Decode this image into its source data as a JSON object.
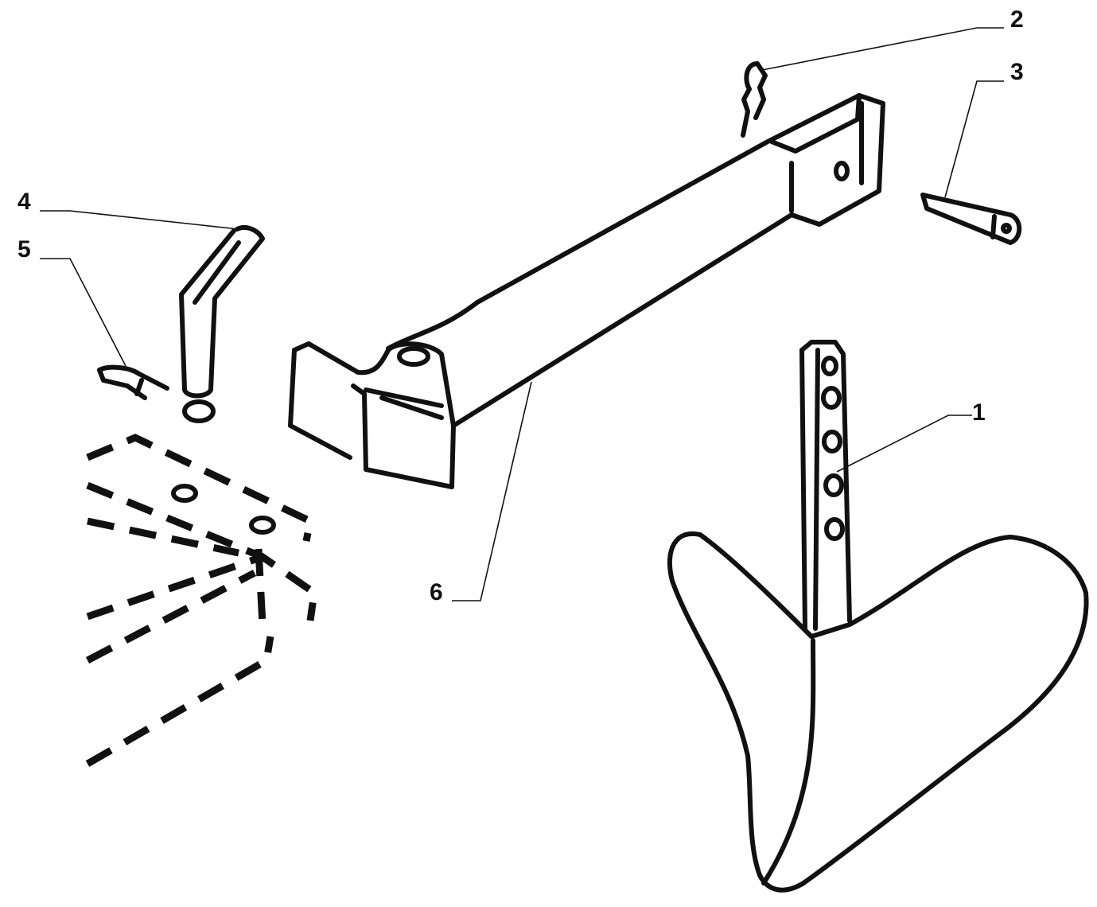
{
  "callouts": [
    {
      "id": "1",
      "text": "1"
    },
    {
      "id": "2",
      "text": "2"
    },
    {
      "id": "3",
      "text": "3"
    },
    {
      "id": "4",
      "text": "4"
    },
    {
      "id": "5",
      "text": "5"
    },
    {
      "id": "6",
      "text": "6"
    }
  ],
  "colors": {
    "ink": "#111111",
    "background": "#ffffff"
  }
}
